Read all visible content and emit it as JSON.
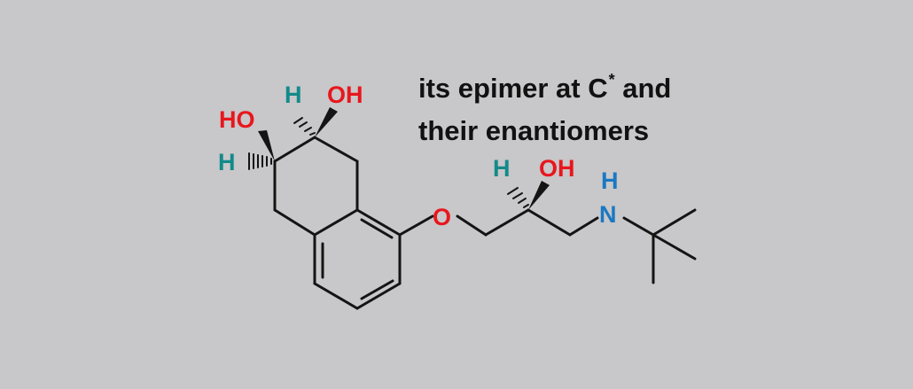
{
  "caption": {
    "line1": "its epimer at C",
    "line1_sup": "*",
    "line1_end": " and",
    "line2": "their enantiomers"
  },
  "atoms": {
    "ho_left": "HO",
    "h_left": "H",
    "h_top": "H",
    "oh_top": "OH",
    "ether_o": "O",
    "h_chain": "H",
    "oh_chain": "OH",
    "n_h": "H",
    "n": "N"
  },
  "colors": {
    "background": "#c8c7c9",
    "bond": "#141414",
    "oxygen": "#e8161d",
    "hydrogen": "#138a8a",
    "nitrogen": "#1a78c2"
  }
}
